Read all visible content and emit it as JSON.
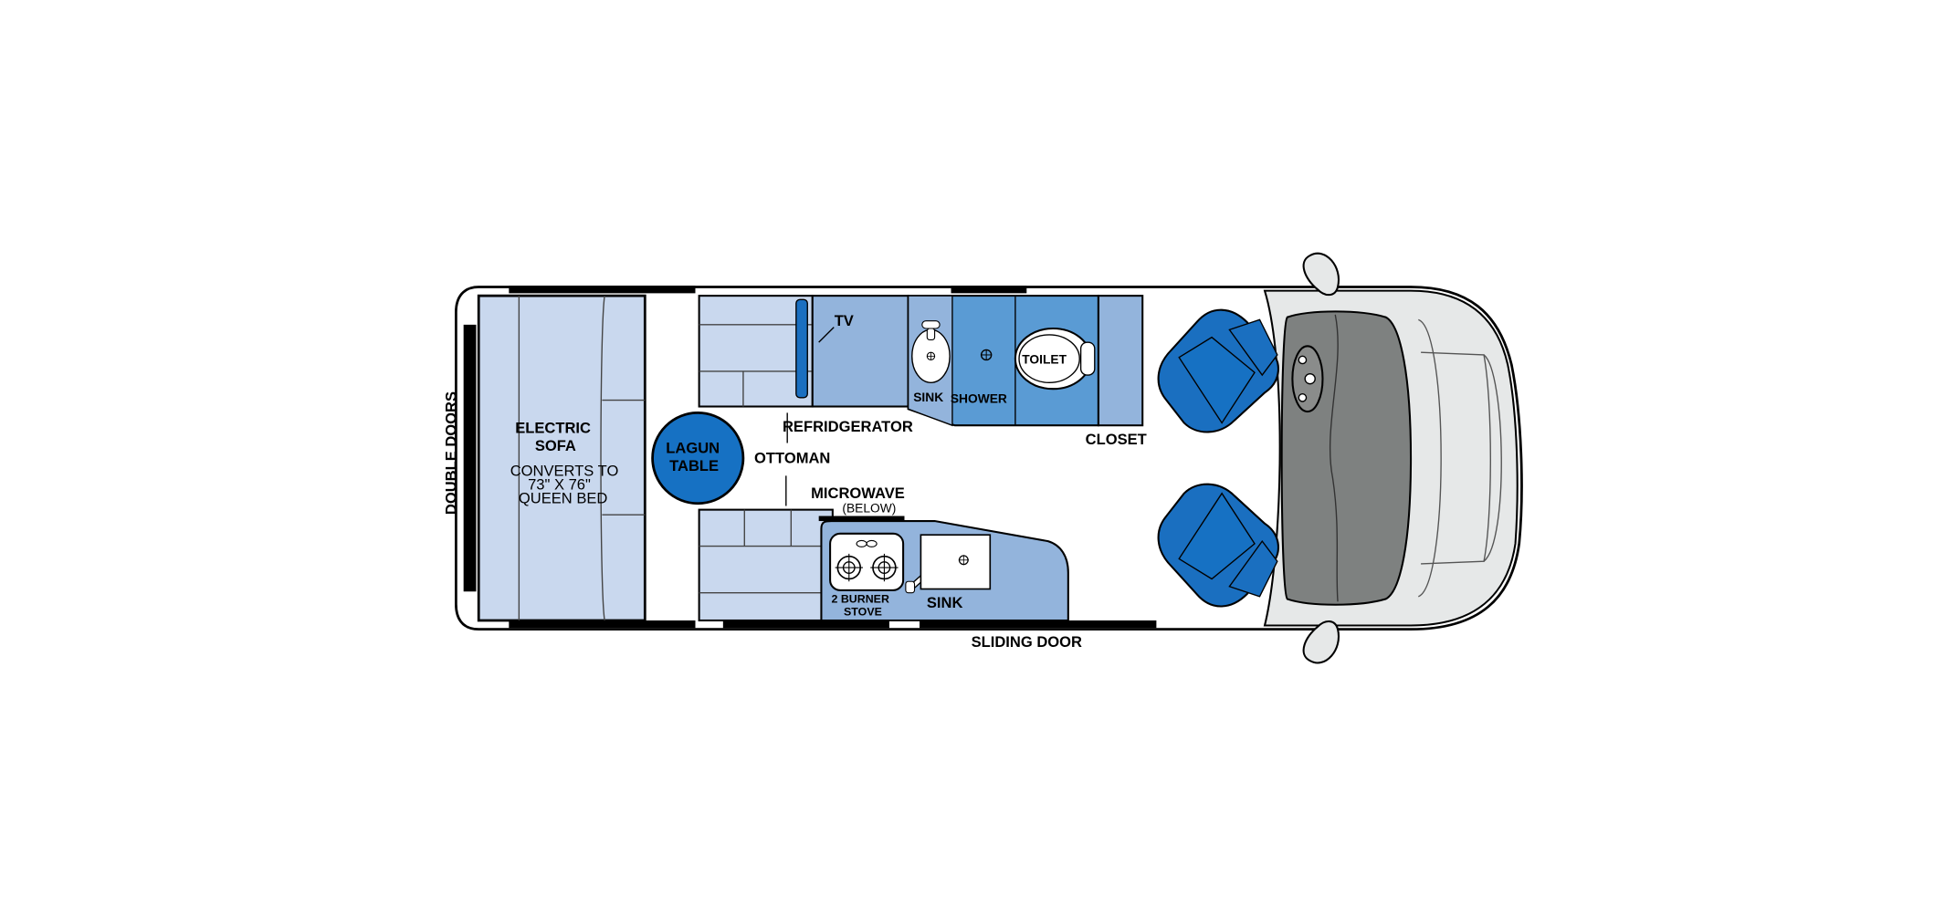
{
  "colors": {
    "pale_blue": "#c9d8ee",
    "mid_blue": "#93b4dc",
    "bath_blue": "#5a9bd4",
    "seat_blue": "#1a6fc0",
    "table_blue": "#1671c3",
    "cab_gray": "#e6e8e8",
    "dash_gray": "#7e8180",
    "outline": "#000000"
  },
  "labels": {
    "double_doors": "DOUBLE DOORS",
    "electric_sofa_1": "ELECTRIC",
    "electric_sofa_2": "SOFA",
    "sofa_note_1": "CONVERTS TO",
    "sofa_note_2": "73\" X 76\"",
    "sofa_note_3": "QUEEN BED",
    "lagun_table_1": "LAGUN",
    "lagun_table_2": "TABLE",
    "ottoman": "OTTOMAN",
    "refrigerator": "REFRIDGERATOR",
    "tv": "TV",
    "bath_sink": "SINK",
    "shower": "SHOWER",
    "toilet": "TOILET",
    "closet": "CLOSET",
    "microwave": "MICROWAVE",
    "microwave_note": "(BELOW)",
    "stove_1": "2 BURNER",
    "stove_2": "STOVE",
    "galley_sink": "SINK",
    "sliding_door": "SLIDING DOOR"
  },
  "icons": {
    "driver_seat": "captain-chair-icon",
    "passenger_seat": "captain-chair-icon",
    "steering_wheel": "steering-wheel-icon",
    "toilet": "toilet-icon",
    "burner": "burner-icon",
    "faucet": "faucet-icon",
    "drain": "drain-icon"
  }
}
